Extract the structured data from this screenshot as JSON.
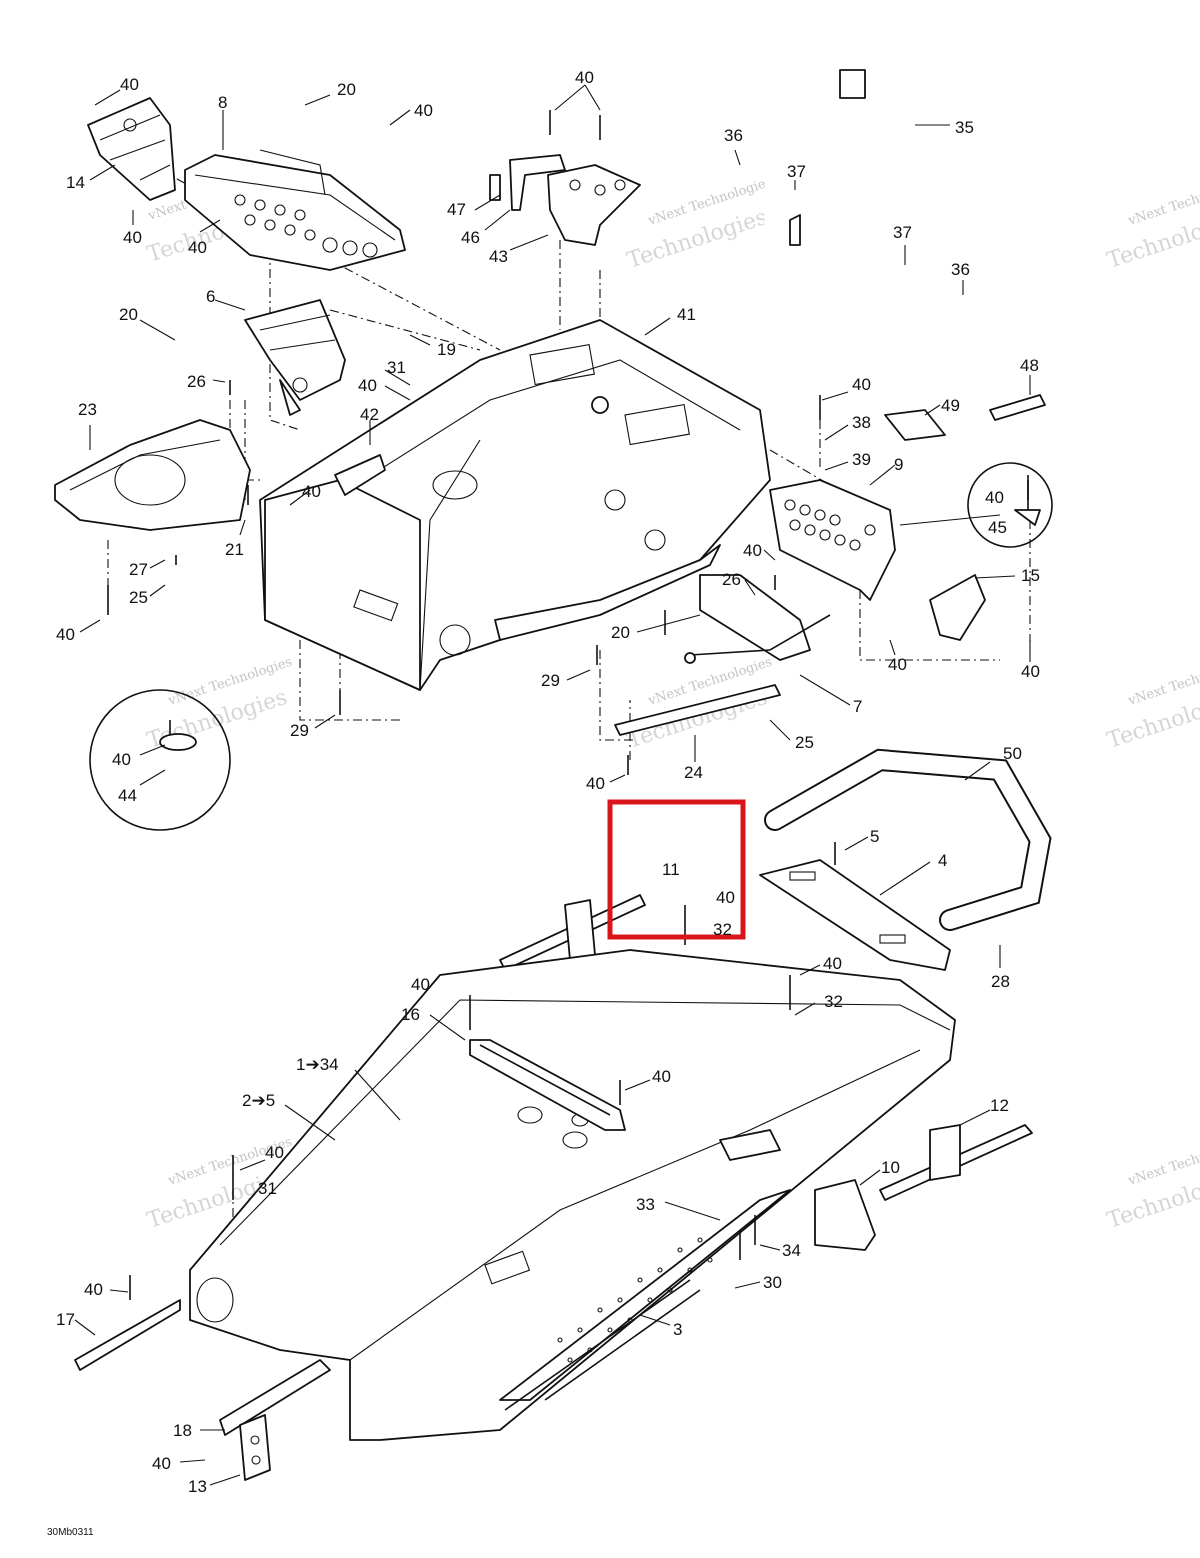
{
  "diagram": {
    "drawing_code": "30Mb0311",
    "watermark": {
      "line1": "vNext Technologies",
      "line2": "vNext",
      "line3": "Technologies"
    },
    "highlight_color": "#d9141b",
    "labels": [
      {
        "id": "l40a",
        "text": "40"
      },
      {
        "id": "l20a",
        "text": "20"
      },
      {
        "id": "l8",
        "text": "8"
      },
      {
        "id": "l40b",
        "text": "40"
      },
      {
        "id": "l14",
        "text": "14"
      },
      {
        "id": "l40c",
        "text": "40"
      },
      {
        "id": "l40d",
        "text": "40"
      },
      {
        "id": "l40e",
        "text": "40"
      },
      {
        "id": "l47",
        "text": "47"
      },
      {
        "id": "l46",
        "text": "46"
      },
      {
        "id": "l43",
        "text": "43"
      },
      {
        "id": "l36a",
        "text": "36"
      },
      {
        "id": "l37a",
        "text": "37"
      },
      {
        "id": "l35",
        "text": "35"
      },
      {
        "id": "l37b",
        "text": "37"
      },
      {
        "id": "l36b",
        "text": "36"
      },
      {
        "id": "l6",
        "text": "6"
      },
      {
        "id": "l20b",
        "text": "20"
      },
      {
        "id": "l19",
        "text": "19"
      },
      {
        "id": "l41",
        "text": "41"
      },
      {
        "id": "l26a",
        "text": "26"
      },
      {
        "id": "l31a",
        "text": "31"
      },
      {
        "id": "l40f",
        "text": "40"
      },
      {
        "id": "l23",
        "text": "23"
      },
      {
        "id": "l42",
        "text": "42"
      },
      {
        "id": "l48",
        "text": "48"
      },
      {
        "id": "l40g",
        "text": "40"
      },
      {
        "id": "l49",
        "text": "49"
      },
      {
        "id": "l38",
        "text": "38"
      },
      {
        "id": "l39",
        "text": "39"
      },
      {
        "id": "l9",
        "text": "9"
      },
      {
        "id": "l40h",
        "text": "40"
      },
      {
        "id": "l45",
        "text": "45"
      },
      {
        "id": "l21",
        "text": "21"
      },
      {
        "id": "l40i",
        "text": "40"
      },
      {
        "id": "l40j",
        "text": "40"
      },
      {
        "id": "l26b",
        "text": "26"
      },
      {
        "id": "l15",
        "text": "15"
      },
      {
        "id": "l27",
        "text": "27"
      },
      {
        "id": "l25a",
        "text": "25"
      },
      {
        "id": "l20c",
        "text": "20"
      },
      {
        "id": "l40k",
        "text": "40"
      },
      {
        "id": "l40l",
        "text": "40"
      },
      {
        "id": "l40m",
        "text": "40"
      },
      {
        "id": "l29a",
        "text": "29"
      },
      {
        "id": "l7",
        "text": "7"
      },
      {
        "id": "l29b",
        "text": "29"
      },
      {
        "id": "l25b",
        "text": "25"
      },
      {
        "id": "l40n",
        "text": "40"
      },
      {
        "id": "l44",
        "text": "44"
      },
      {
        "id": "l24",
        "text": "24"
      },
      {
        "id": "l40o",
        "text": "40"
      },
      {
        "id": "l50",
        "text": "50"
      },
      {
        "id": "l11",
        "text": "11"
      },
      {
        "id": "l40p",
        "text": "40"
      },
      {
        "id": "l32a",
        "text": "32"
      },
      {
        "id": "l5",
        "text": "5"
      },
      {
        "id": "l4",
        "text": "4"
      },
      {
        "id": "l28",
        "text": "28"
      },
      {
        "id": "l40q",
        "text": "40"
      },
      {
        "id": "l40r",
        "text": "40"
      },
      {
        "id": "l32b",
        "text": "32"
      },
      {
        "id": "l16",
        "text": "16"
      },
      {
        "id": "l1",
        "text": "1➔34"
      },
      {
        "id": "l40s",
        "text": "40"
      },
      {
        "id": "l2",
        "text": "2➔5"
      },
      {
        "id": "l12",
        "text": "12"
      },
      {
        "id": "l40t",
        "text": "40"
      },
      {
        "id": "l31b",
        "text": "31"
      },
      {
        "id": "l10",
        "text": "10"
      },
      {
        "id": "l33",
        "text": "33"
      },
      {
        "id": "l34",
        "text": "34"
      },
      {
        "id": "l40u",
        "text": "40"
      },
      {
        "id": "l30",
        "text": "30"
      },
      {
        "id": "l17",
        "text": "17"
      },
      {
        "id": "l3",
        "text": "3"
      },
      {
        "id": "l18",
        "text": "18"
      },
      {
        "id": "l40v",
        "text": "40"
      },
      {
        "id": "l13",
        "text": "13"
      }
    ]
  }
}
